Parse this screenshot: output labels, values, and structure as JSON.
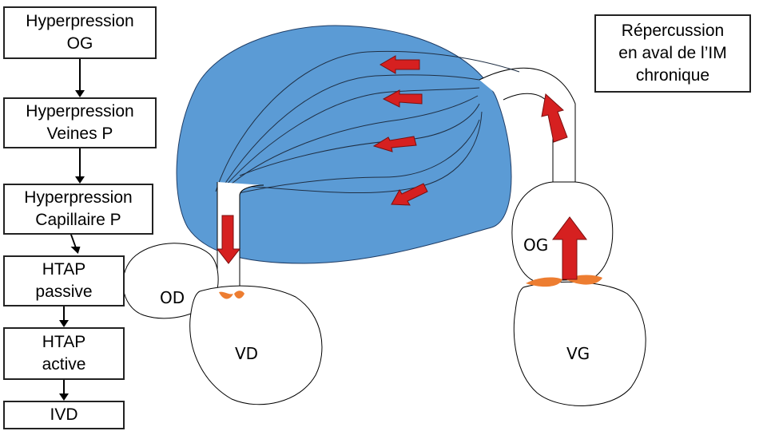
{
  "cascade": [
    {
      "id": "hyperpression-og",
      "label": "Hyperpression\nOG"
    },
    {
      "id": "hyperpression-veines-p",
      "label": "Hyperpression\nVeines P"
    },
    {
      "id": "hyperpression-capillaire-p",
      "label": "Hyperpression\nCapillaire P"
    },
    {
      "id": "htap-passive",
      "label": "HTAP\npassive"
    },
    {
      "id": "htap-active",
      "label": "HTAP\nactive"
    },
    {
      "id": "ivd",
      "label": "IVD"
    }
  ],
  "title_box": "Répercussion\nen aval de l’IM\nchronique",
  "chambers": {
    "od": "OD",
    "vd": "VD",
    "og": "OG",
    "vg": "VG"
  },
  "colors": {
    "lung": "#5b9bd5",
    "flow_arrow": "#d62020",
    "valve": "#ed7d31",
    "outline": "#000000"
  }
}
